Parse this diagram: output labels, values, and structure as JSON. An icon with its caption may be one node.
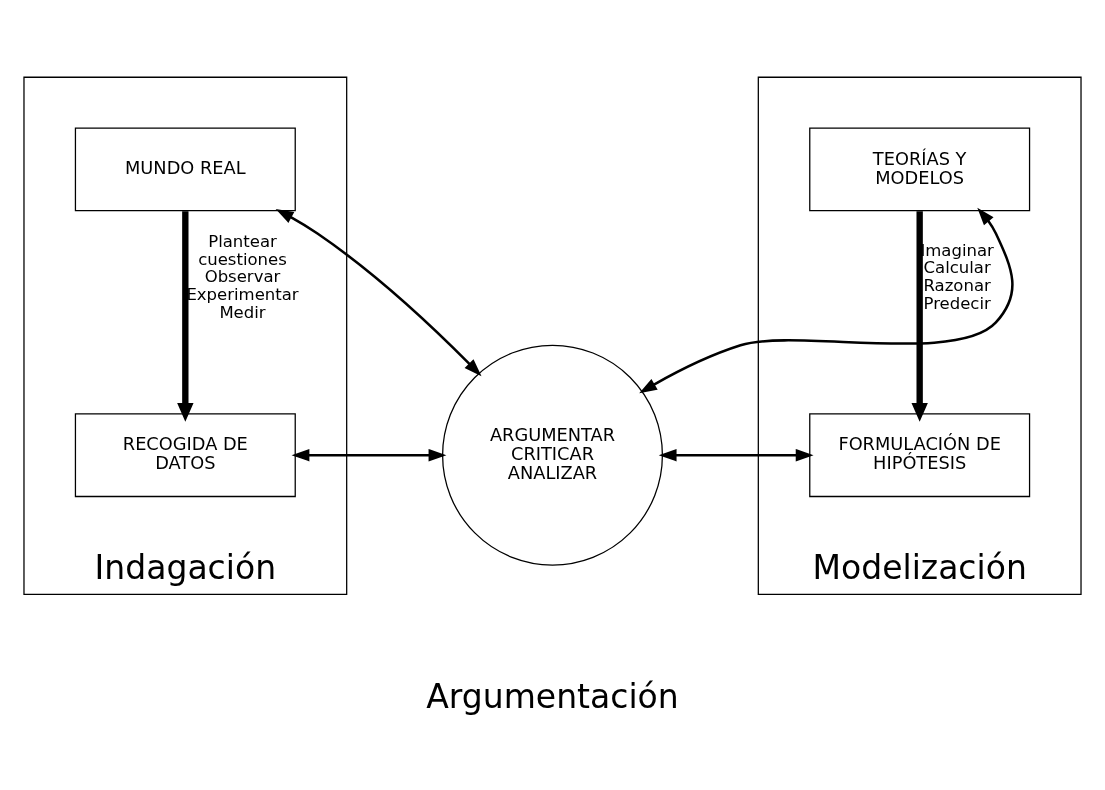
{
  "diagram": {
    "nodes": [
      {
        "text": [
          "Indagación"
        ]
      },
      {
        "text": [
          "MUNDO REAL"
        ],
        "in": 0
      },
      {
        "text": [
          "RECOGIDA DE DATOS"
        ],
        "in": 0
      },
      {
        "text": [
          "ARGUMENTAR CRITICAR ANALIZAR"
        ]
      },
      {
        "text": [
          "Modelización"
        ]
      },
      {
        "text": [
          "TEORÍAS Y MODELOS"
        ],
        "in": 4
      },
      {
        "text": [
          "FORMULACIÓN DE HIPÓTESIS"
        ],
        "in": 4
      }
    ],
    "edges": [
      {
        "from": 1,
        "to": 2,
        "arrow": "to",
        "style": "thick",
        "label": "Plantear cuestiones Observar Experimentar Medir"
      },
      {
        "from": 5,
        "to": 6,
        "arrow": "to",
        "style": "thick",
        "label": "Imaginar Calcular Razonar Predecir"
      },
      {
        "from": 1,
        "to": 3,
        "arrow": "both"
      },
      {
        "from": 2,
        "to": 3,
        "arrow": "both"
      },
      {
        "from": 5,
        "to": 3,
        "arrow": "both"
      },
      {
        "from": 6,
        "to": 3,
        "arrow": "both"
      }
    ],
    "labels": [
      "Argumentación"
    ]
  }
}
